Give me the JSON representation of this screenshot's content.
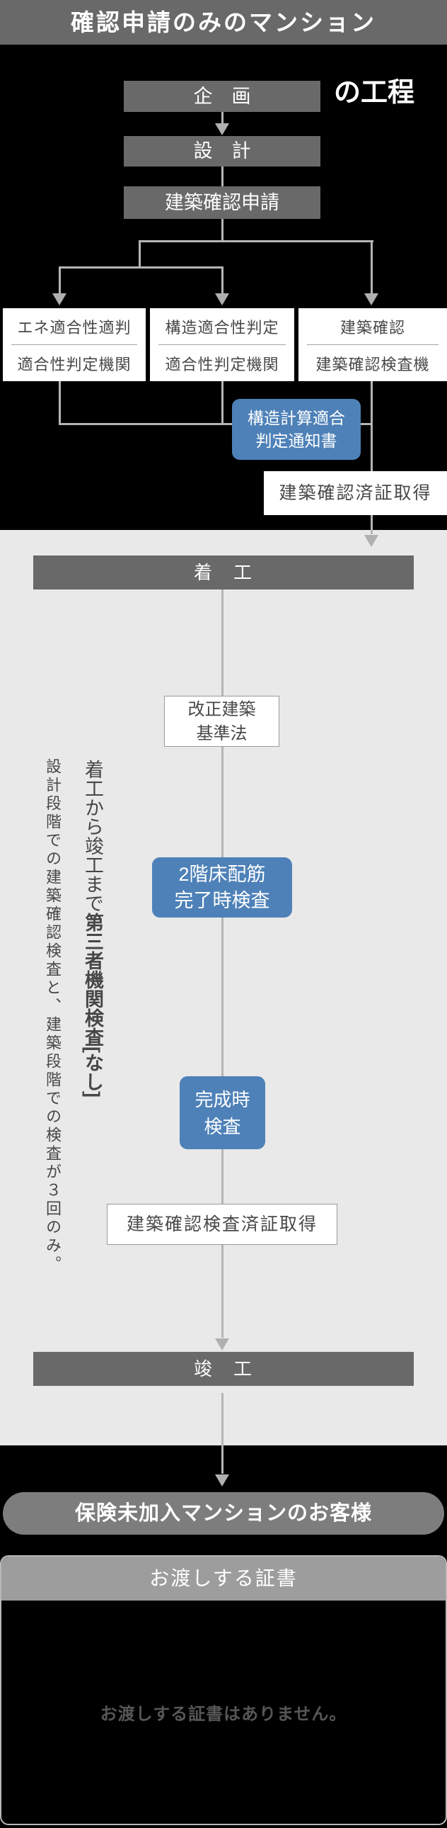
{
  "colors": {
    "bar_gray": "#696969",
    "light_background": "#e9e9e9",
    "accent_blue": "#4e81b8",
    "connector_gray": "#b5b5b5",
    "pill_gray": "#7d7d7d",
    "card_header_gray": "#9d9d9d",
    "dark_text": "#484848",
    "card_note_gray": "#565656"
  },
  "header": {
    "title": "確認申請のみのマンション",
    "subtitle": "の工程"
  },
  "process": {
    "planning": "企　画",
    "design": "設　計",
    "application": "建築確認申請",
    "review_boxes": [
      {
        "name": "エネ適合性適判",
        "org": "適合性判定機関"
      },
      {
        "name": "構造適合性判定",
        "org": "適合性判定機関"
      },
      {
        "name": "建築確認",
        "org": "建築確認検査機"
      }
    ],
    "structural_notice": {
      "line1": "構造計算適合",
      "line2": "判定通知書"
    },
    "confirmation_cert": "建築確認済証取得",
    "start_bar": "着　工",
    "law_box": {
      "line1": "改正建築",
      "line2": "基準法"
    },
    "note_bold_lead": "着工から竣工まで",
    "note_bold_emphasis": "第三者機関検査[なし]",
    "note_small": "設計段階での建築確認検査と、建築段階での検査が３回のみ。",
    "inspection_floor": {
      "line1": "2階床配筋",
      "line2": "完了時検査"
    },
    "inspection_completion": {
      "line1": "完成時",
      "line2": "検査"
    },
    "inspection_cert": "建築確認検査済証取得",
    "end_bar": "竣　工"
  },
  "result": {
    "customer_pill": "保険未加入マンションのお客様",
    "card_title": "お渡しする証書",
    "card_note": "お渡しする証書はありません。"
  }
}
